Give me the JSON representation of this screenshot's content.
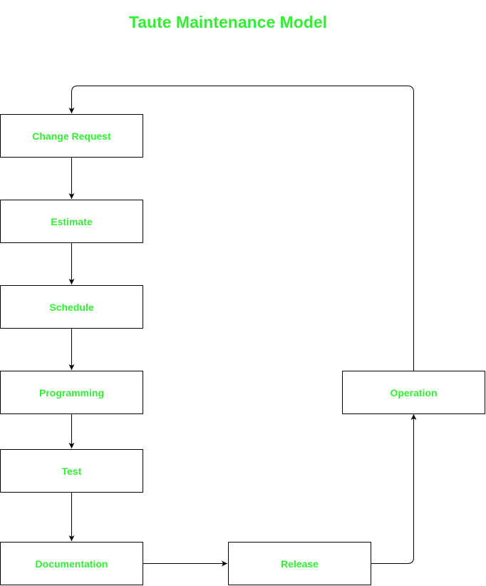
{
  "diagram": {
    "title": "Taute Maintenance Model",
    "colors": {
      "label": "#33ee33",
      "stroke": "#000000",
      "background": "#ffffff"
    },
    "nodes": {
      "change_request": "Change Request",
      "estimate": "Estimate",
      "schedule": "Schedule",
      "programming": "Programming",
      "test": "Test",
      "documentation": "Documentation",
      "release": "Release",
      "operation": "Operation"
    },
    "edges": [
      {
        "from": "change_request",
        "to": "estimate"
      },
      {
        "from": "estimate",
        "to": "schedule"
      },
      {
        "from": "schedule",
        "to": "programming"
      },
      {
        "from": "programming",
        "to": "test"
      },
      {
        "from": "test",
        "to": "documentation"
      },
      {
        "from": "documentation",
        "to": "release"
      },
      {
        "from": "release",
        "to": "operation"
      },
      {
        "from": "operation",
        "to": "change_request"
      }
    ]
  }
}
